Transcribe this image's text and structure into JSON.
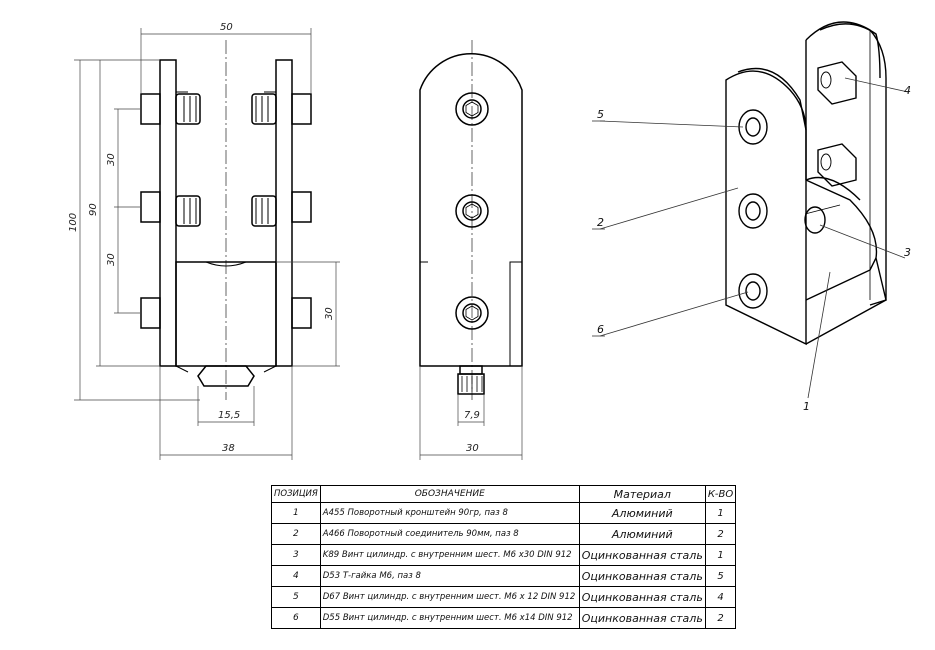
{
  "dimensions": {
    "width_50": "50",
    "height_100": "100",
    "height_90": "90",
    "pitch_upper": "30",
    "pitch_lower": "30",
    "block_30": "30",
    "nut_15_5": "15,5",
    "width_38": "38",
    "screw_7_9": "7,9",
    "width_30": "30"
  },
  "callouts": [
    "5",
    "2",
    "6",
    "4",
    "3",
    "1"
  ],
  "table": {
    "headers": {
      "position": "ПОЗИЦИЯ",
      "designation": "ОБОЗНАЧЕНИЕ",
      "material": "Материал",
      "quantity": "К-ВО"
    },
    "rows": [
      {
        "pos": "1",
        "name": "A455 Поворотный кронштейн 90гр, паз 8",
        "material": "Алюминий",
        "qty": "1"
      },
      {
        "pos": "2",
        "name": "A466 Поворотный соединитель 90мм, паз 8",
        "material": "Алюминий",
        "qty": "2"
      },
      {
        "pos": "3",
        "name": "K89 Винт цилиндр. с внутренним шест. M6 x30 DIN 912",
        "material": "Оцинкованная сталь",
        "qty": "1"
      },
      {
        "pos": "4",
        "name": "D53 Т-гайка M6, паз 8",
        "material": "Оцинкованная сталь",
        "qty": "5"
      },
      {
        "pos": "5",
        "name": "D67 Винт цилиндр. с внутренним шест. M6 x 12 DIN 912",
        "material": "Оцинкованная сталь",
        "qty": "4"
      },
      {
        "pos": "6",
        "name": "D55 Винт цилиндр. с внутренним шест. M6 x14 DIN 912",
        "material": "Оцинкованная сталь",
        "qty": "2"
      }
    ]
  }
}
